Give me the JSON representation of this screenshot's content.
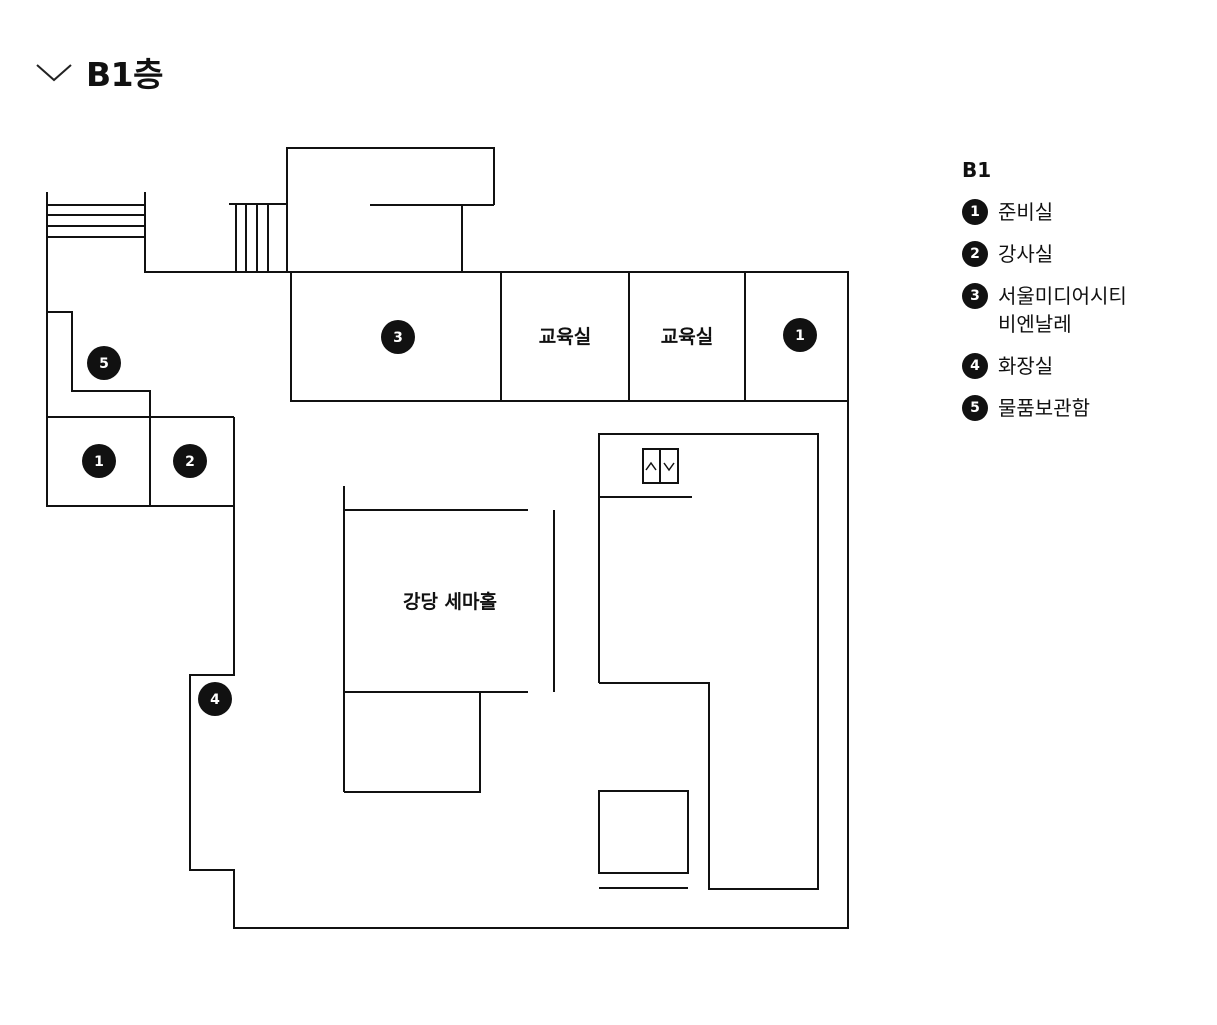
{
  "floor_header": {
    "title": "B1층",
    "toggle_icon": "chevron-down-icon"
  },
  "legend": {
    "floor": "B1",
    "items": [
      {
        "number": "1",
        "label": "준비실"
      },
      {
        "number": "2",
        "label": "강사실"
      },
      {
        "number": "3",
        "label": "서울미디어시티\n비엔날레"
      },
      {
        "number": "4",
        "label": "화장실"
      },
      {
        "number": "5",
        "label": "물품보관함"
      }
    ]
  },
  "map": {
    "room_labels": {
      "auditorium": "강당 세마홀",
      "classroom_1": "교육실",
      "classroom_2": "교육실"
    },
    "badges": {
      "b1": "1",
      "b2": "2",
      "b3": "3",
      "b4": "4",
      "b5": "5"
    },
    "elevator_icon": "elevator-icon"
  }
}
